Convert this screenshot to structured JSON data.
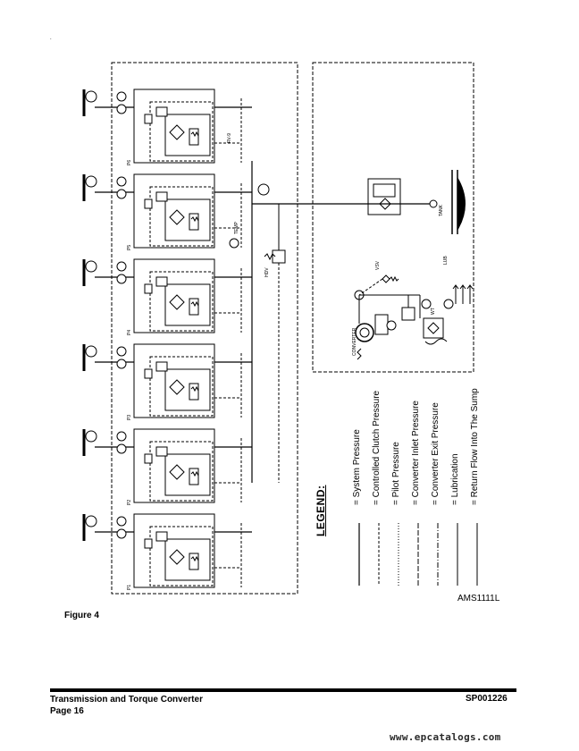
{
  "diagram": {
    "pack_labels": [
      "P1",
      "P2",
      "P3",
      "P4",
      "P5",
      "P6"
    ],
    "tank_label": "TANK",
    "lub_label": "LUB",
    "temp_label": "TEMP",
    "converter_label": "CONVERTER",
    "hdv_label": "HDV",
    "vsv_label": "VSV",
    "wt_label": "WT",
    "rv_label": "RV-9"
  },
  "legend": {
    "title": "LEGEND:",
    "items": [
      "= System Pressure",
      "= Controlled Clutch Pressure",
      "= Pilot Pressure",
      "= Converter Inlet Pressure",
      "= Converter Exit Pressure",
      "= Lubrication",
      "= Return Flow Into The Sump"
    ]
  },
  "drawing_id": "AMS1111L",
  "figure_caption": "Figure 4",
  "footer": {
    "title": "Transmission and Torque Converter",
    "page": "Page 16",
    "code": "SP001226"
  },
  "watermark": "www.epcatalogs.com"
}
